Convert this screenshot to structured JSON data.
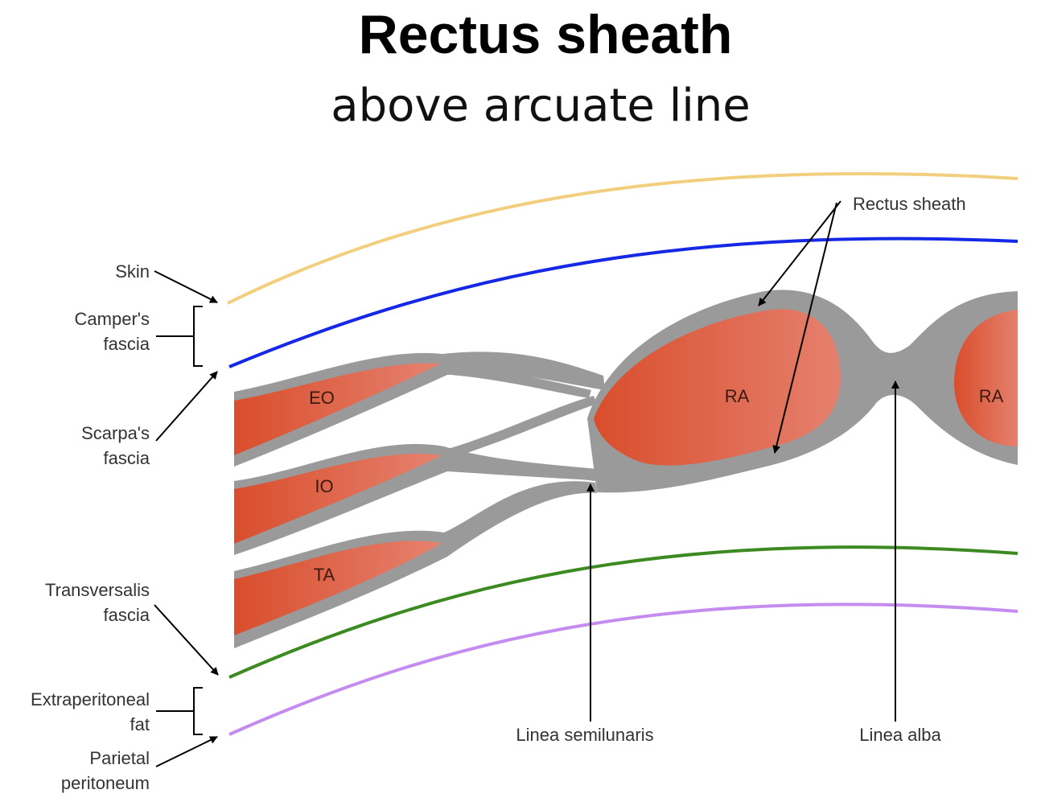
{
  "title": "Rectus sheath",
  "subtitle": "above arcuate line",
  "muscles": {
    "eo": "EO",
    "io": "IO",
    "ta": "TA",
    "ra_left": "RA",
    "ra_right": "RA"
  },
  "left_labels": {
    "skin": "Skin",
    "campers_1": "Camper's",
    "campers_2": "fascia",
    "scarpas_1": "Scarpa's",
    "scarpas_2": "fascia",
    "transversalis_1": "Transversalis",
    "transversalis_2": "fascia",
    "extraperitoneal_1": "Extraperitoneal",
    "extraperitoneal_2": "fat",
    "parietal_1": "Parietal",
    "parietal_2": "peritoneum"
  },
  "pointer_labels": {
    "rectus_sheath": "Rectus sheath",
    "linea_semilunaris": "Linea semilunaris",
    "linea_alba": "Linea alba"
  },
  "colors": {
    "skin": "#f2cf7e",
    "scarpas_fascia": "#1428e6",
    "transversalis_fascia": "#3d8a22",
    "parietal_peritoneum": "#c58cf0",
    "sheath": "#9a9a9a",
    "muscle_dark": "#d94e2c",
    "muscle_light": "#e58270"
  }
}
